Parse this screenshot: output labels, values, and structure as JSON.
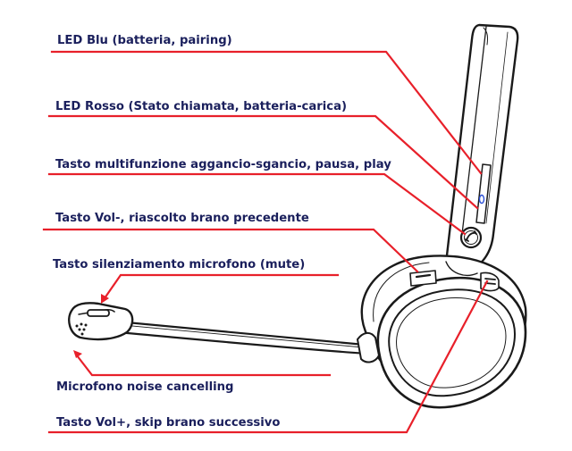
{
  "colors": {
    "label_text": "#1a1f5c",
    "leader_line": "#e8202a",
    "drawing_stroke": "#1a1a1a",
    "led_blue": "#2a4fd6"
  },
  "labels": {
    "led_blu": "LED Blu (batteria, pairing)",
    "led_rosso": "LED Rosso (Stato chiamata, batteria-carica)",
    "multifunzione": "Tasto multifunzione aggancio-sgancio, pausa, play",
    "vol_meno": "Tasto Vol-, riascolto brano precedente",
    "mute": "Tasto silenziamento microfono (mute)",
    "microfono": "Microfono noise cancelling",
    "vol_piu": "Tasto Vol+, skip brano successivo"
  },
  "icons": {
    "call_button": "phone-handset-icon",
    "microphone_grille": "mic-grille-icon"
  }
}
